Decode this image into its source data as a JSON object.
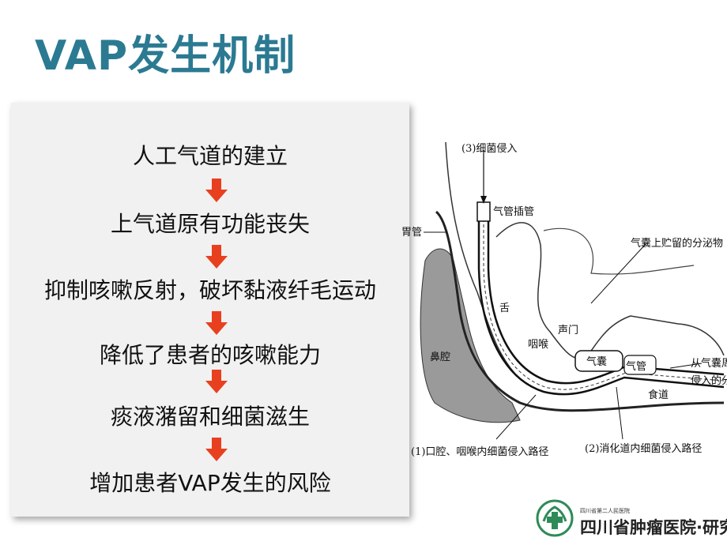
{
  "title": "VAP发生机制",
  "flow": {
    "steps": [
      "人工气道的建立",
      "上气道原有功能丧失",
      "抑制咳嗽反射，破坏黏液纤毛运动",
      "降低了患者的咳嗽能力",
      "痰液潴留和细菌滋生",
      "增加患者VAP发生的风险"
    ],
    "arrow_color": "#e8401f"
  },
  "diagram": {
    "labels": {
      "bacteria_invasion": "(3)细菌侵入",
      "trach_tube": "气管插管",
      "gastric_tube": "胃管",
      "secretions": "气囊上贮留的分泌物",
      "tongue": "舌",
      "vocal_cord": "声门",
      "pharynx": "咽喉",
      "nasal_cavity": "鼻腔",
      "cuff": "气囊",
      "trachea": "气管",
      "around_cuff_1": "从气囊周",
      "around_cuff_2": "侵入的分",
      "esophagus": "食道",
      "path_oral": "(1)口腔、咽喉内细菌侵入路径",
      "path_digestive": "(2)消化道内细菌侵入路径"
    }
  },
  "logo": {
    "small_text": "四川省第二人民医院",
    "main_text": "四川省肿瘤医院·研究所",
    "color": "#2e8b57"
  }
}
